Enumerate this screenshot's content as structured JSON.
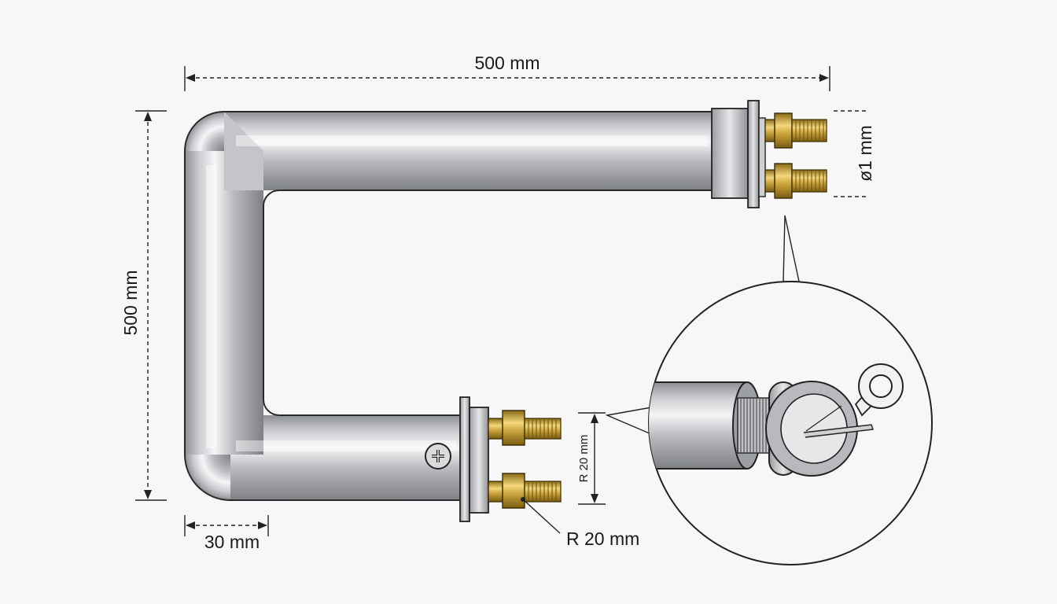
{
  "dimensions": {
    "top_width": "500 mm",
    "left_height": "500 mm",
    "bottom_offset": "30 mm",
    "diameter": "ø1 mm",
    "radius_label": "R 20 mm",
    "radius_vertical": "R 20 mm"
  },
  "colors": {
    "background": "#f7f7f7",
    "tube_steel": "#b8babd",
    "brass": "#c9a23a",
    "line": "#222222"
  },
  "icons": {
    "ground_screw": "cross-screw-icon",
    "terminal_ring": "ring-terminal-icon"
  }
}
